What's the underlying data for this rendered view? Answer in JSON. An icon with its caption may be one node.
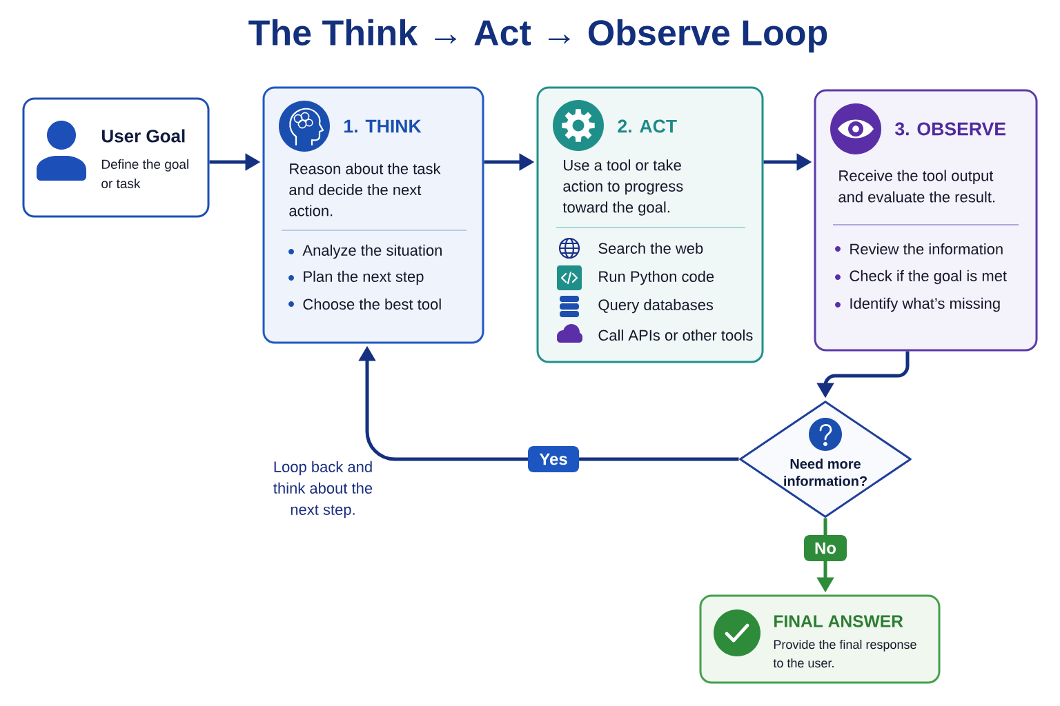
{
  "diagram": {
    "title": "The Think → Act → Observe Loop",
    "nodes": [
      {
        "text": [
          "User Goal",
          "Define the goal or task"
        ]
      },
      {
        "text": [
          "1. THINK",
          "Reason about the task and decide the next action.",
          "Analyze the situation",
          "Plan the next step",
          "Choose the best tool"
        ]
      },
      {
        "text": [
          "2. ACT",
          "Use a tool or take action to progress toward the goal.",
          "Search the web",
          "Run Python code",
          "Query databases",
          "Call APIs or other tools"
        ]
      },
      {
        "text": [
          "3. OBSERVE",
          "Receive the tool output and evaluate the result.",
          "Review the information",
          "Check if the goal is met",
          "Identify what’s missing"
        ]
      },
      {
        "text": [
          "Need more information?"
        ]
      },
      {
        "text": [
          "FINAL ANSWER",
          "Provide the final response to the user."
        ]
      }
    ],
    "edges": [
      {
        "from": 0,
        "to": 1,
        "arrow": "to"
      },
      {
        "from": 1,
        "to": 2,
        "arrow": "to"
      },
      {
        "from": 2,
        "to": 3,
        "arrow": "to"
      },
      {
        "from": 3,
        "to": 4,
        "arrow": "to"
      },
      {
        "from": 4,
        "to": 1,
        "arrow": "to",
        "label": "Yes"
      },
      {
        "from": 4,
        "to": 5,
        "arrow": "to",
        "label": "No",
        "color": "#2e8b3a"
      }
    ],
    "labels": [
      "Loop back and think about the next step."
    ]
  }
}
